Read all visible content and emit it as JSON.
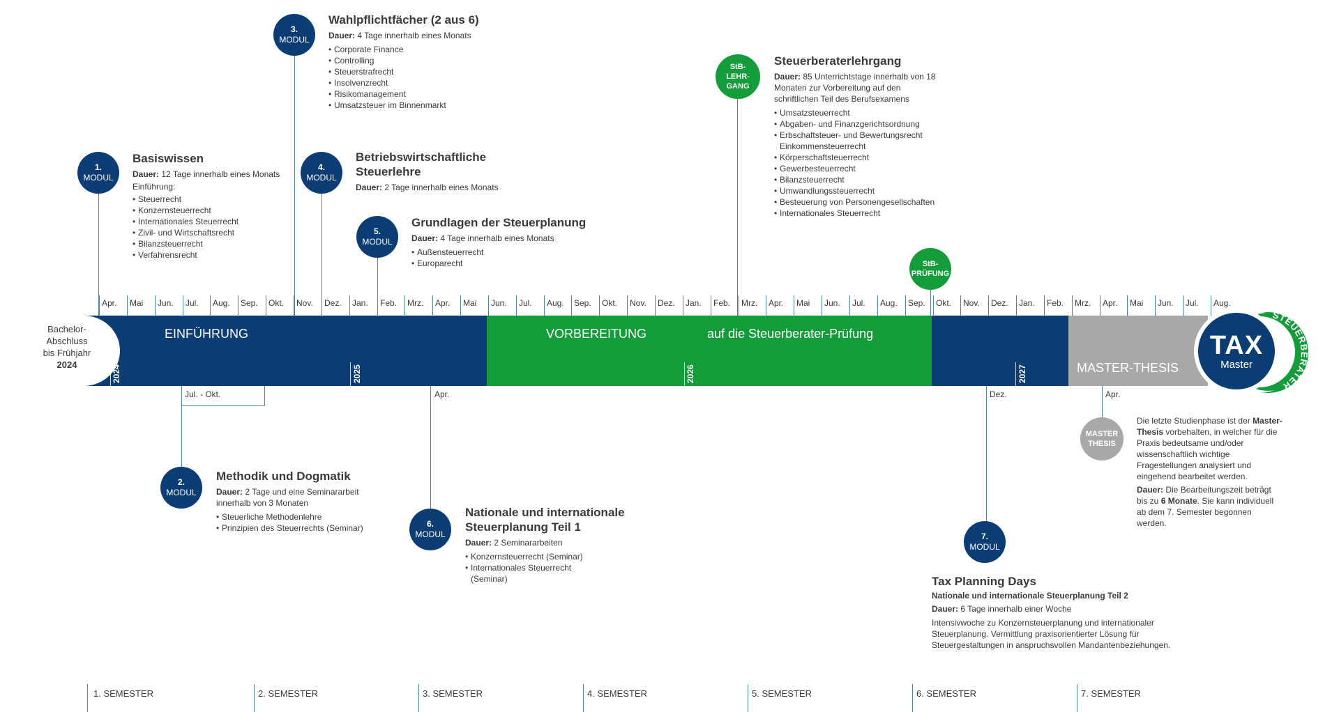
{
  "bachelor": {
    "lines": [
      "Bachelor-",
      "Abschluss",
      "bis Frühjahr"
    ],
    "year": "2024"
  },
  "months": [
    "Apr.",
    "Mai",
    "Jun.",
    "Jul.",
    "Aug.",
    "Sep.",
    "Okt.",
    "Nov.",
    "Dez.",
    "Jan.",
    "Feb.",
    "Mrz.",
    "Apr.",
    "Mai",
    "Jun.",
    "Jul.",
    "Aug.",
    "Sep.",
    "Okt.",
    "Nov.",
    "Dez.",
    "Jan.",
    "Feb.",
    "Mrz.",
    "Apr.",
    "Mai",
    "Jun.",
    "Jul.",
    "Aug.",
    "Sep.",
    "Okt.",
    "Nov.",
    "Dez.",
    "Jan.",
    "Feb.",
    "Mrz.",
    "Apr.",
    "Mai",
    "Jun.",
    "Jul.",
    "Aug."
  ],
  "bar": {
    "phase1": "EINFÜHRUNG",
    "phase2a": "VORBEREITUNG",
    "phase2b": "auf die Steuerberater-Prüfung",
    "phase4": "MASTER-THESIS",
    "years": [
      "2024",
      "2025",
      "2026",
      "2027"
    ],
    "colors": {
      "blue": "#0b3d74",
      "green": "#159c3a",
      "grey": "#a8a8a8"
    }
  },
  "logo": {
    "main": "TAX",
    "sub": "Master",
    "ring": "STEUERBERATER"
  },
  "below_labels": {
    "jul_okt": "Jul. - Okt.",
    "apr_2025": "Apr.",
    "dez": "Dez.",
    "apr_2027": "Apr."
  },
  "modules": {
    "m1": {
      "num": "1.",
      "word": "MODUL",
      "title": "Basiswissen",
      "dur_label": "Dauer:",
      "dur_text": " 12 Tage innerhalb eines Monats",
      "intro": "Einführung:",
      "items": [
        "Steuerrecht",
        "Konzernsteuerrecht",
        "Internationales Steuerrecht",
        "Zivil- und Wirtschaftsrecht",
        "Bilanzsteuerrecht",
        "Verfahrensrecht"
      ]
    },
    "m2": {
      "num": "2.",
      "word": "MODUL",
      "title": "Methodik und Dogmatik",
      "dur_label": "Dauer:",
      "dur_text": " 2 Tage und eine Seminararbeit innerhalb von 3 Monaten",
      "items": [
        "Steuerliche Methodenlehre",
        "Prinzipien des Steuerrechts (Seminar)"
      ]
    },
    "m3": {
      "num": "3.",
      "word": "MODUL",
      "title": "Wahlpflichtfächer (2 aus 6)",
      "dur_label": "Dauer:",
      "dur_text": " 4 Tage innerhalb eines Monats",
      "items": [
        "Corporate Finance",
        "Controlling",
        "Steuerstrafrecht",
        "Insolvenzrecht",
        "Risikomanagement",
        "Umsatzsteuer im Binnenmarkt"
      ]
    },
    "m4": {
      "num": "4.",
      "word": "MODUL",
      "title1": "Betriebswirtschaftliche",
      "title2": "Steuerlehre",
      "dur_label": "Dauer:",
      "dur_text": " 2 Tage innerhalb eines Monats"
    },
    "m5": {
      "num": "5.",
      "word": "MODUL",
      "title": "Grundlagen der Steuerplanung",
      "dur_label": "Dauer:",
      "dur_text": " 4 Tage innerhalb eines Monats",
      "items": [
        "Außensteuerrecht",
        "Europarecht"
      ]
    },
    "m6": {
      "num": "6.",
      "word": "MODUL",
      "title1": "Nationale und internationale",
      "title2": "Steuerplanung Teil 1",
      "dur_label": "Dauer:",
      "dur_text": "  2 Seminararbeiten",
      "items": [
        "Konzernsteuerrecht (Seminar)",
        "Internationales Steuerrecht (Seminar)"
      ]
    },
    "m7": {
      "num": "7.",
      "word": "MODUL",
      "title": "Tax Planning Days",
      "subtitle": "Nationale und internationale Steuerplanung Teil 2",
      "dur_label": "Dauer:",
      "dur_text": " 6 Tage innerhalb einer Woche",
      "desc": "Intensivwoche zu Konzernsteuerplanung und internationaler Steuerplanung. Vermittlung praxisorientierter Lösung für Steuergestaltungen in anspruchsvollen Mandantenbeziehungen."
    },
    "stb_lehrgang": {
      "l1": "StB-",
      "l2": "LEHR-",
      "l3": "GANG",
      "title": "Steuerberaterlehrgang",
      "dur_label": "Dauer:",
      "dur_text": " 85 Unterrichtstage innerhalb von 18 Monaten zur Vorbereitung auf den schriftlichen Teil des Berufsexamens",
      "items": [
        "Umsatzsteuerrecht",
        "Abgaben- und Finanzgerichtsordnung",
        "Erbschaftsteuer- und Bewertungsrecht Einkommensteuerrecht",
        "Körperschaftsteuerrecht",
        "Gewerbesteuerrecht",
        "Bilanzsteuerrecht",
        "Umwandlungssteuerrecht",
        "Besteuerung von Personengesellschaften",
        "Internationales Steuerrecht"
      ]
    },
    "stb_pruefung": {
      "l1": "StB-",
      "l2": "PRÜFUNG"
    },
    "thesis": {
      "l1": "MASTER",
      "l2": "THESIS",
      "p1_pre": "Die letzte Studienphase ist der ",
      "p1_bold": "Master-Thesis",
      "p1_post": " vorbehalten, in welcher für die Praxis bedeutsame und/oder wissenschaftlich wichtige Fragestellungen analysiert und eingehend bearbeitet werden.",
      "p2_label": "Dauer:",
      "p2_pre": " Die Bearbeitungszeit beträgt bis zu ",
      "p2_bold": "6 Monate",
      "p2_post": ". Sie kann individuell ab dem 7. Semester begonnen werden."
    }
  },
  "semesters": [
    "1. SEMESTER",
    "2. SEMESTER",
    "3. SEMESTER",
    "4. SEMESTER",
    "5. SEMESTER",
    "6. SEMESTER",
    "7. SEMESTER"
  ]
}
